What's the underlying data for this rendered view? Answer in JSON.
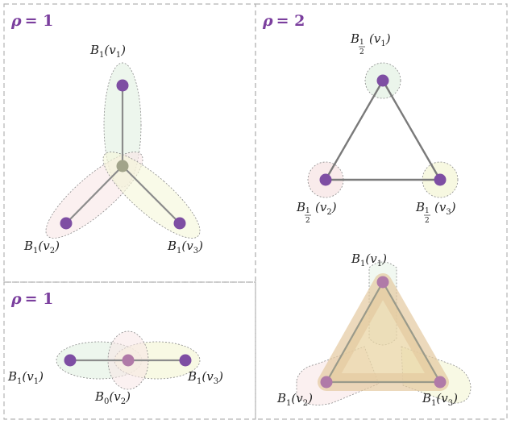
{
  "colors": {
    "vertex": "#7e4ea3",
    "vertex_light": "#b07aa8",
    "center": "#a2a48a",
    "edge": "#8c8c8c",
    "edge_dark": "#7a7a7a",
    "frame": "#b5b5b5",
    "title": "#7b3f9e",
    "ball_green": "#e6f2e6",
    "ball_pink": "#f8e6e6",
    "ball_yellow": "#f5f6d9",
    "ball_purple": "#eee0ee",
    "triangle_fill": "#e9d5a6"
  },
  "panels": {
    "top_left": {
      "title_rho": "ρ",
      "title_eq": "= 1",
      "labels": {
        "v1": {
          "ball": "B",
          "sub": "1",
          "arg": "(v",
          "argsub": "1",
          "close": ")"
        },
        "v2": {
          "ball": "B",
          "sub": "1",
          "arg": "(v",
          "argsub": "2",
          "close": ")"
        },
        "v3": {
          "ball": "B",
          "sub": "1",
          "arg": "(v",
          "argsub": "3",
          "close": ")"
        }
      }
    },
    "bottom_left": {
      "title_rho": "ρ",
      "title_eq": "= 1",
      "labels": {
        "v1": {
          "ball": "B",
          "sub": "1",
          "arg": "(v",
          "argsub": "1",
          "close": ")"
        },
        "v2": {
          "ball": "B",
          "sub": "0",
          "arg": "(v",
          "argsub": "2",
          "close": ")"
        },
        "v3": {
          "ball": "B",
          "sub": "1",
          "arg": "(v",
          "argsub": "3",
          "close": ")"
        }
      }
    },
    "right": {
      "title_rho": "ρ",
      "title_eq": "= 2",
      "top_triangle_labels": {
        "v1": {
          "ball": "B",
          "num": "1",
          "den": "2",
          "arg": "(v",
          "argsub": "1",
          "close": ")"
        },
        "v2": {
          "ball": "B",
          "num": "1",
          "den": "2",
          "arg": "(v",
          "argsub": "2",
          "close": ")"
        },
        "v3": {
          "ball": "B",
          "num": "1",
          "den": "2",
          "arg": "(v",
          "argsub": "3",
          "close": ")"
        }
      },
      "bottom_triangle_labels": {
        "v1": {
          "ball": "B",
          "sub": "1",
          "arg": "(v",
          "argsub": "1",
          "close": ")"
        },
        "v2": {
          "ball": "B",
          "sub": "1",
          "arg": "(v",
          "argsub": "2",
          "close": ")"
        },
        "v3": {
          "ball": "B",
          "sub": "1",
          "arg": "(v",
          "argsub": "3",
          "close": ")"
        }
      }
    }
  }
}
